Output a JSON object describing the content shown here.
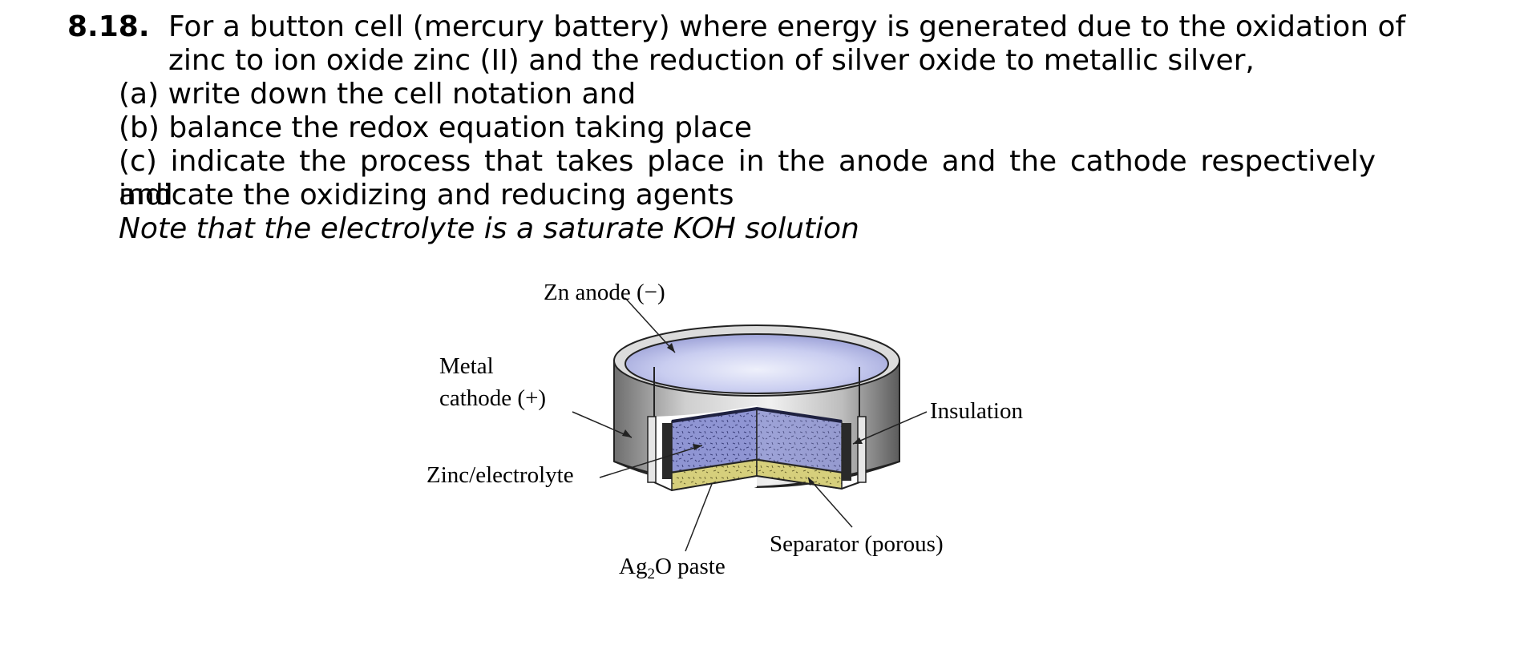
{
  "problem": {
    "number": "8.18.",
    "intro_line1": "For a button cell (mercury battery) where energy is generated due to the oxidation of",
    "intro_line2": "zinc to ion oxide zinc (II) and the reduction of silver oxide to metallic silver,",
    "part_a": "(a) write down the cell notation and",
    "part_b": "(b) balance the redox equation taking place",
    "part_c_line1": "(c) indicate the process that takes place in the anode and the cathode respectively and",
    "part_c_line2": "indicate the oxidizing and reducing agents",
    "note": "Note that the electrolyte is a saturate KOH solution"
  },
  "figure": {
    "labels": {
      "zn_anode": "Zn anode (−)",
      "metal": "Metal",
      "cathode": "cathode (+)",
      "insulation": "Insulation",
      "zinc_electrolyte": "Zinc/electrolyte",
      "separator": "Separator (porous)",
      "ag2o_ag": "Ag",
      "ag2o_sub": "2",
      "ag2o_rest": "O paste"
    },
    "colors": {
      "zinc_fill": "#8f95d3",
      "paste_fill": "#d6cf7c",
      "metal_shell": "#b8b8b8",
      "insulation": "#2a2a2a"
    }
  }
}
